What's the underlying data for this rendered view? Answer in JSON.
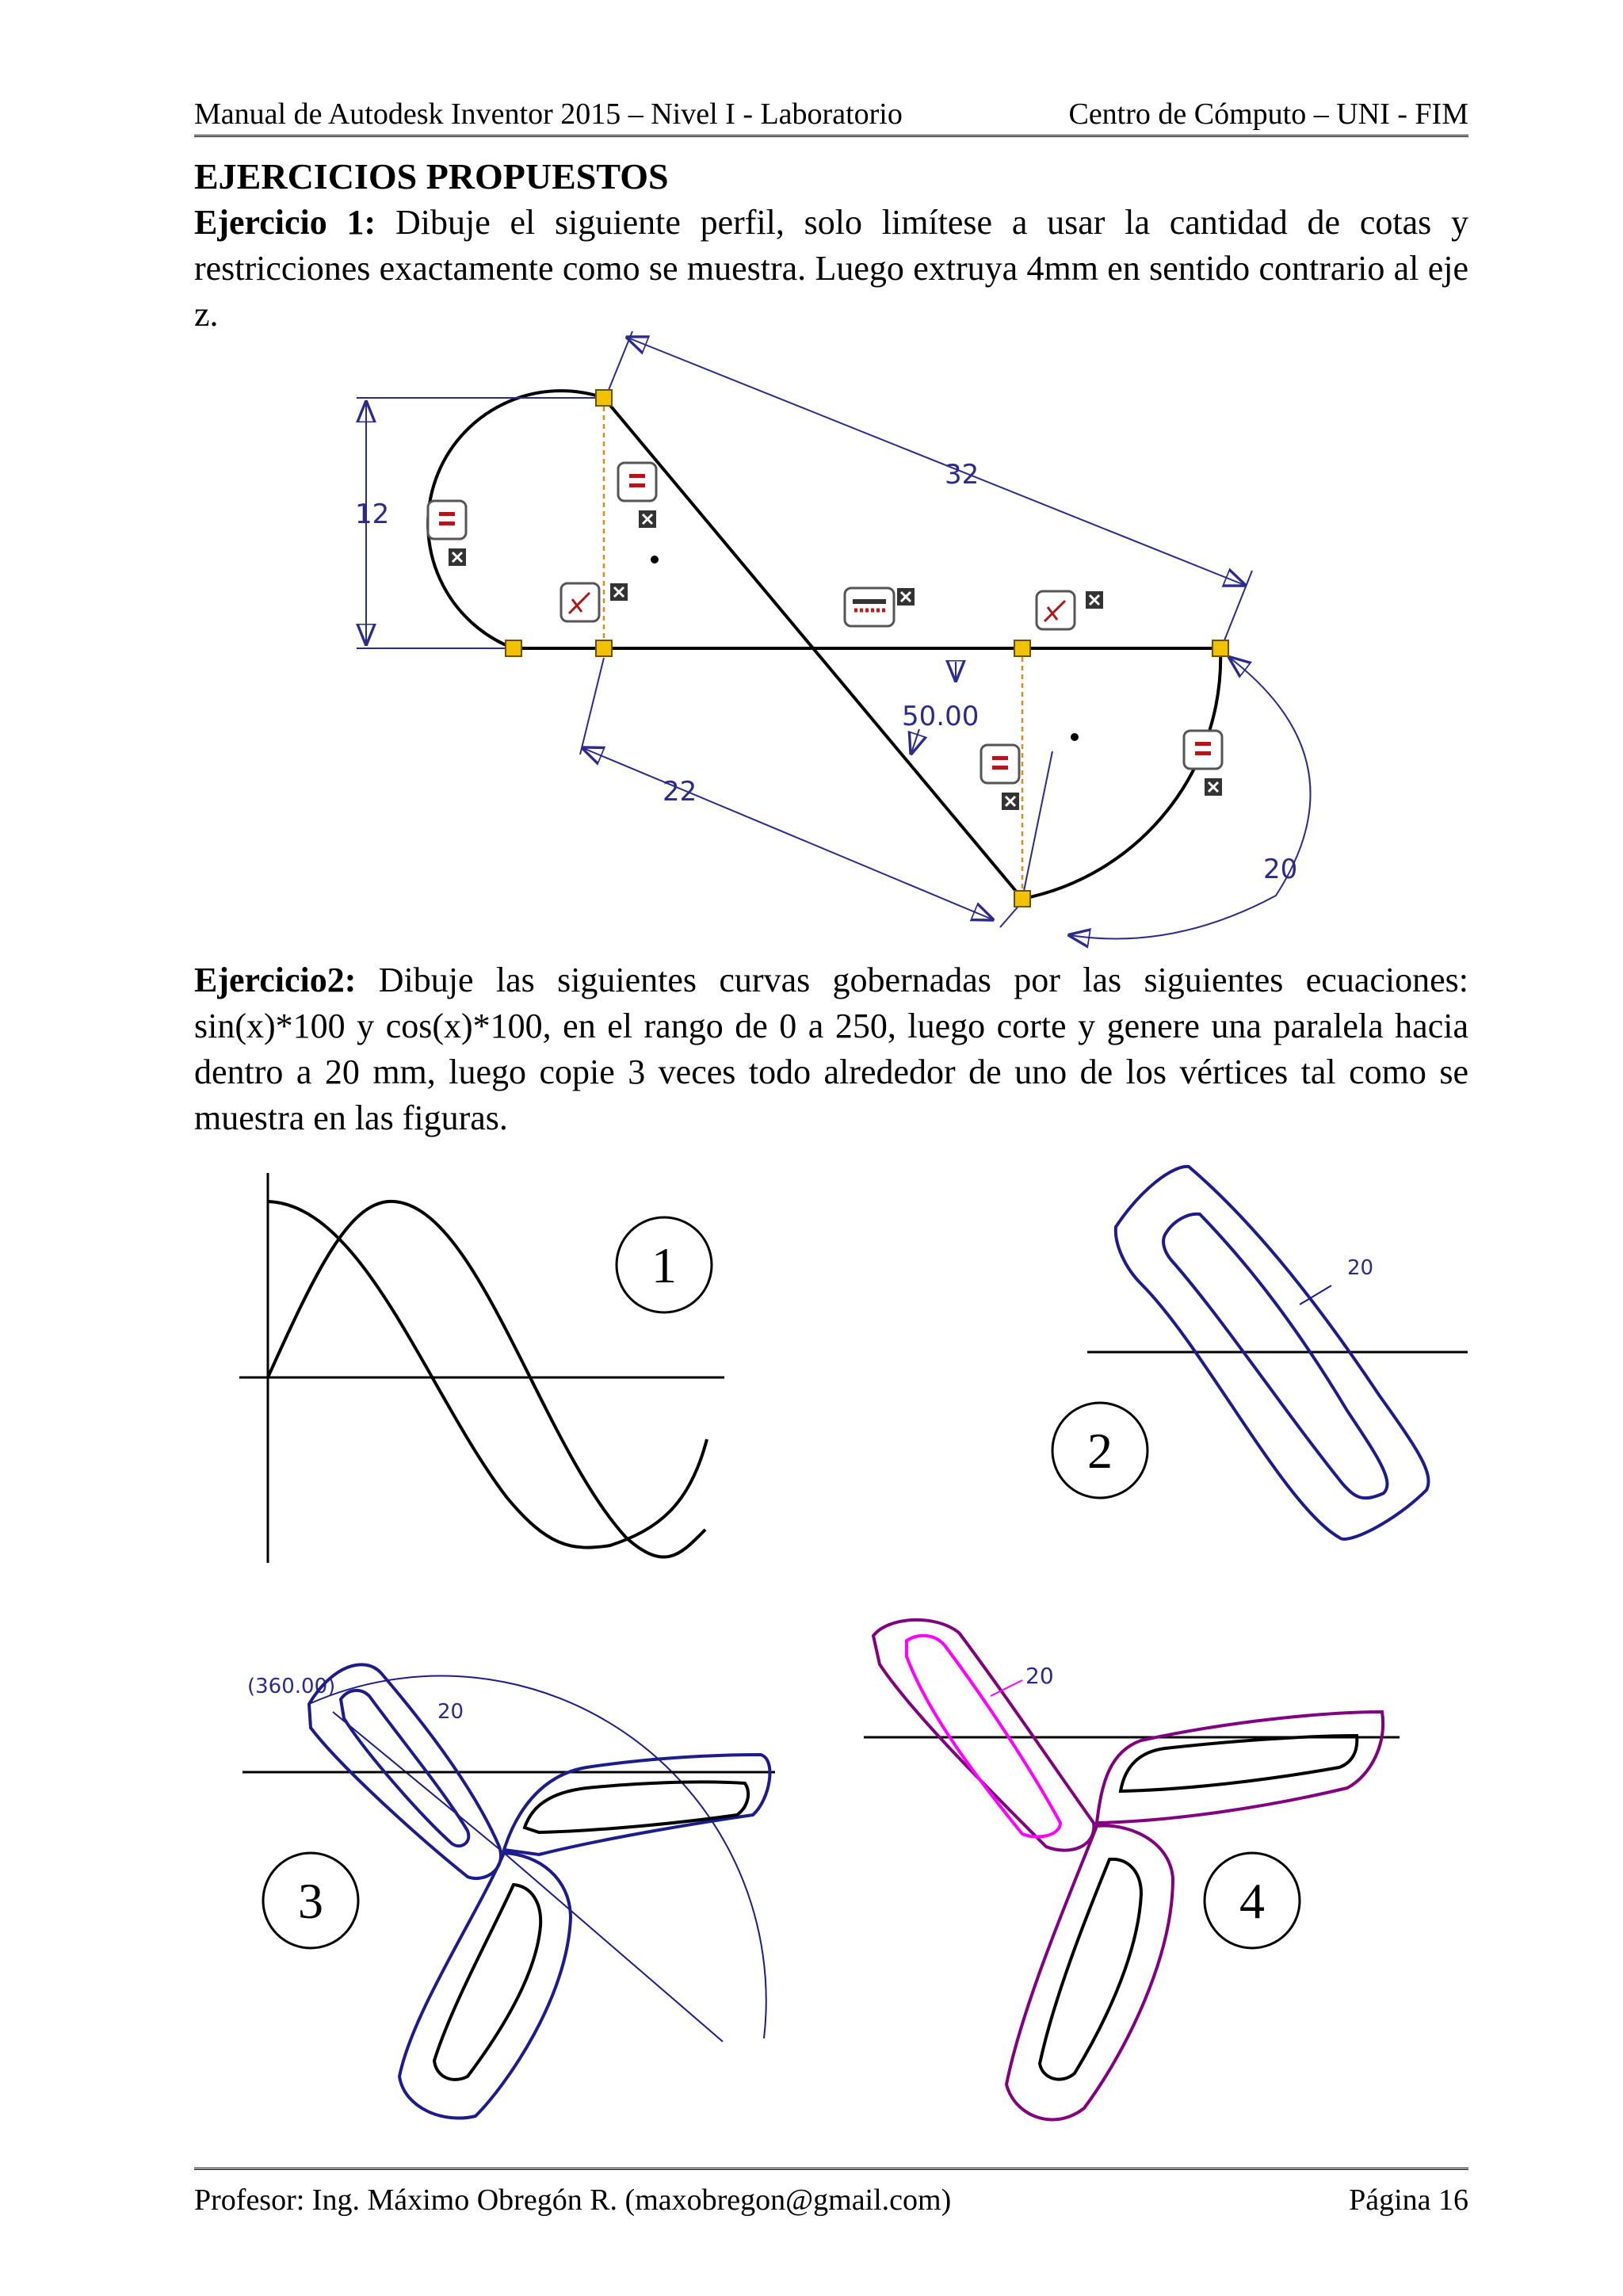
{
  "header": {
    "left": "Manual de Autodesk Inventor 2015 – Nivel I - Laboratorio",
    "right": "Centro de Cómputo – UNI - FIM"
  },
  "section_title": "EJERCICIOS PROPUESTOS",
  "exercise1": {
    "label": "Ejercicio 1:",
    "text": " Dibuje el siguiente perfil, solo limítese a usar la cantidad de cotas y restricciones exactamente como se muestra. Luego extruya 4mm en sentido contrario al eje z."
  },
  "exercise2": {
    "label": "Ejercicio2:",
    "text": " Dibuje las siguientes curvas gobernadas por las siguientes ecuaciones: sin(x)*100 y cos(x)*100, en el rango de 0 a 250, luego corte y genere una paralela hacia dentro a 20 mm, luego copie 3 veces todo alrededor de uno de los vértices tal como se muestra en las figuras."
  },
  "sketch_dims": {
    "height": "12",
    "diagonal": "32",
    "angle": "50.00",
    "lower": "22",
    "radius": "20"
  },
  "figures": {
    "f1": "1",
    "f2": "2",
    "f3": "3",
    "f4": "4",
    "offset2": "20",
    "offset3": "20",
    "offset4": "20",
    "angle3": "(360.00)"
  },
  "colors": {
    "dimension": "#2b2b8c",
    "constraint_point": "#f2c200",
    "curve_blue": "#1c1c8a",
    "curve_purple": "#800080",
    "curve_magenta": "#ff00ff"
  },
  "footer": {
    "left": "Profesor: Ing. Máximo Obregón R. (maxobregon@gmail.com)",
    "right": "Página 16"
  }
}
